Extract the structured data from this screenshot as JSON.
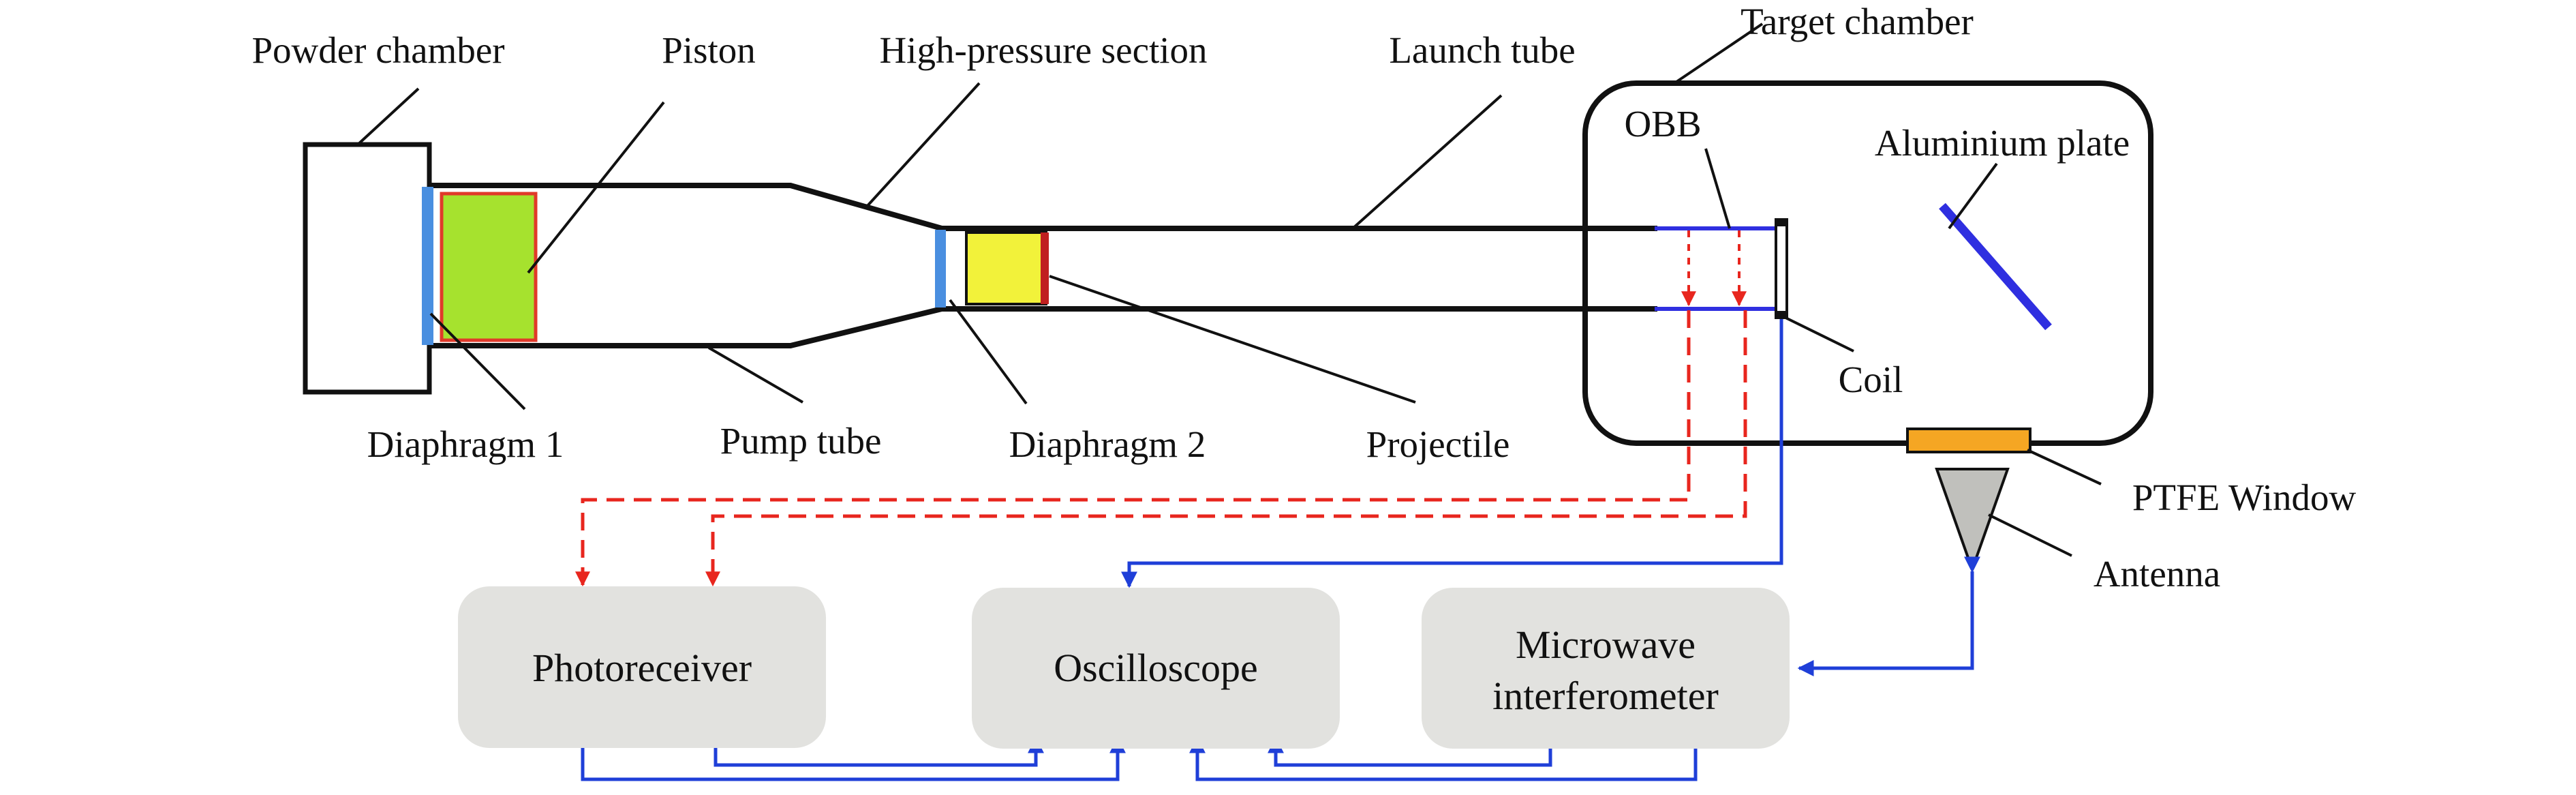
{
  "colors": {
    "outline": "#111111",
    "diaphragm": "#4a8fe0",
    "piston_fill": "#a6e22e",
    "piston_border": "#e03a2a",
    "projectile_fill": "#f2f23a",
    "projectile_border": "#c02020",
    "signal_red": "#e8261e",
    "signal_blue": "#1f3fd8",
    "device_fill": "#e2e2df",
    "window_fill": "#f5a623",
    "antenna_fill": "#c0c0bc",
    "plate": "#2f2fe0"
  },
  "labels": {
    "powder_chamber": "Powder chamber",
    "piston": "Piston",
    "high_pressure_section": "High-pressure section",
    "launch_tube": "Launch tube",
    "target_chamber": "Target chamber",
    "obb": "OBB",
    "aluminium_plate": "Aluminium plate",
    "coil": "Coil",
    "diaphragm_1": "Diaphragm 1",
    "pump_tube": "Pump tube",
    "diaphragm_2": "Diaphragm 2",
    "projectile": "Projectile",
    "ptfe_window": "PTFE Window",
    "antenna": "Antenna"
  },
  "devices": {
    "photoreceiver": "Photoreceiver",
    "oscilloscope": "Oscilloscope",
    "microwave_line1": "Microwave",
    "microwave_line2": "interferometer"
  }
}
